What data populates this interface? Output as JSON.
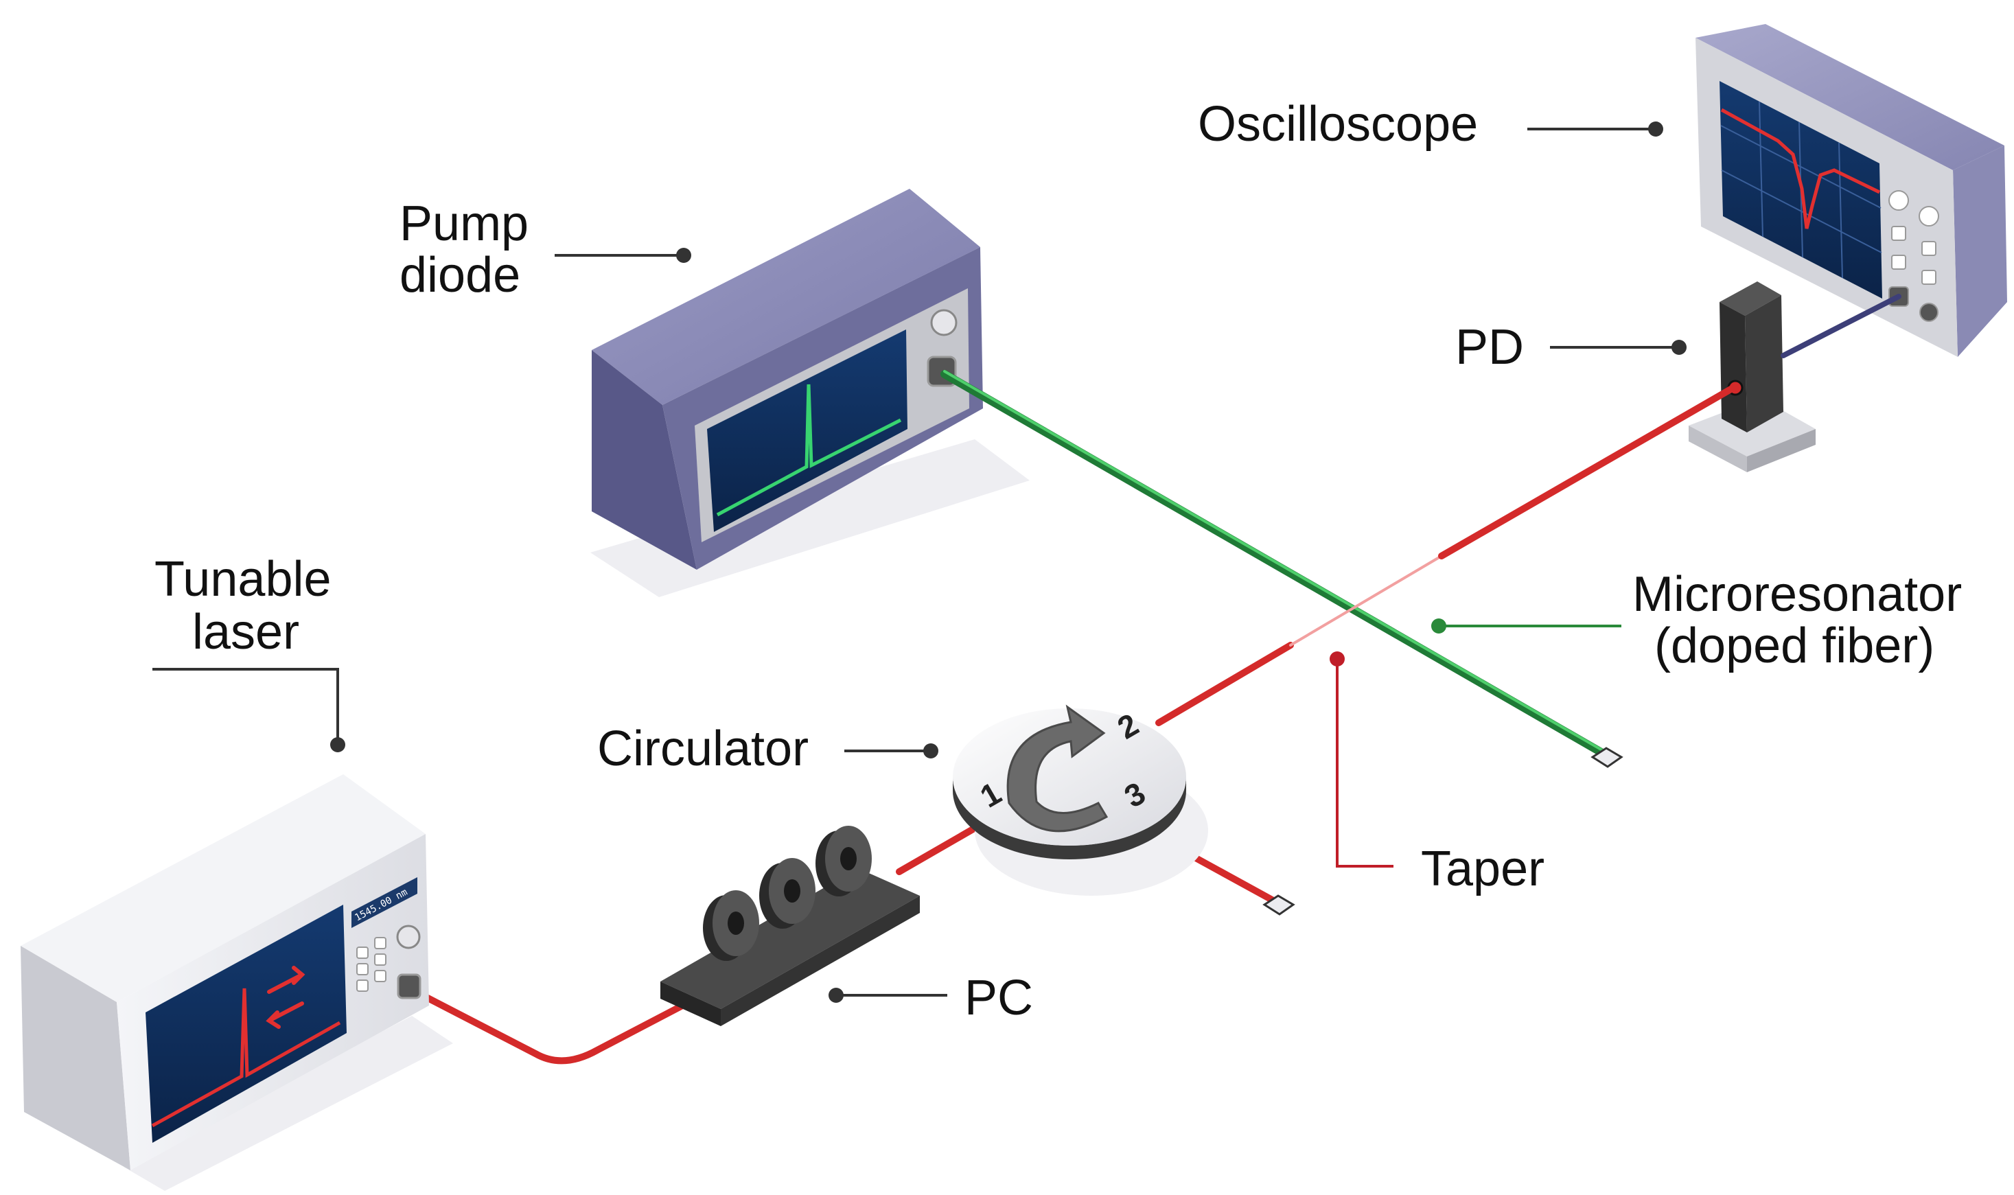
{
  "labels": {
    "oscilloscope": "Oscilloscope",
    "pump_line1": "Pump",
    "pump_line2": "diode",
    "pd": "PD",
    "micro_line1": "Microresonator",
    "micro_line2": "(doped fiber)",
    "tunable_line1": "Tunable",
    "tunable_line2": "laser",
    "circulator": "Circulator",
    "taper": "Taper",
    "pc": "PC"
  },
  "circulator_ports": [
    "1",
    "2",
    "3"
  ],
  "laser_readout": "1545.00 nm",
  "colors": {
    "fiber_red": "#d42a2a",
    "fiber_green": "#2fa84a",
    "coax_navy": "#3d3f78",
    "screen": "#0f2c5a",
    "pump_body": "#6e6e9c",
    "laser_body": "#e8e9ee",
    "label_dot": "#333333",
    "taper_marker": "#c01e28",
    "micro_marker": "#2a8a3a"
  },
  "icons": {
    "circulator_arrow": "curved-arrow-icon",
    "laser_direction": "double-arrow-icon",
    "fiber_end": "fiber-connector-icon"
  }
}
